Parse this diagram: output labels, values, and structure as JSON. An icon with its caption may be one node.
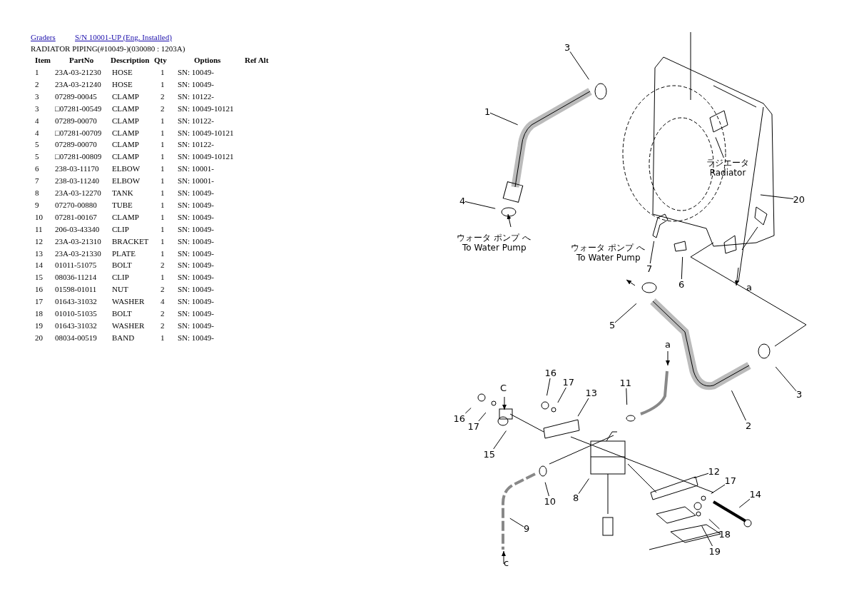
{
  "diagram": {
    "nodes": [
      {
        "text": [
          "3"
        ]
      },
      {
        "text": [
          "1"
        ]
      },
      {
        "text": [
          "ラジエータ",
          "Radiator"
        ]
      },
      {
        "text": [
          "20"
        ]
      },
      {
        "text": [
          "4"
        ]
      },
      {
        "text": [
          "7"
        ]
      },
      {
        "text": [
          "6"
        ]
      },
      {
        "text": [
          "5"
        ]
      },
      {
        "text": [
          "3"
        ]
      },
      {
        "text": [
          "2"
        ]
      },
      {
        "text": [
          "11"
        ]
      },
      {
        "text": [
          "16"
        ]
      },
      {
        "text": [
          "17"
        ]
      },
      {
        "text": [
          "13"
        ]
      },
      {
        "text": [
          "16"
        ]
      },
      {
        "text": [
          "17"
        ]
      },
      {
        "text": [
          "15"
        ]
      },
      {
        "text": [
          "12"
        ]
      },
      {
        "text": [
          "17"
        ]
      },
      {
        "text": [
          "14"
        ]
      },
      {
        "text": [
          "10"
        ]
      },
      {
        "text": [
          "8"
        ]
      },
      {
        "text": [
          "18"
        ]
      },
      {
        "text": [
          "9"
        ]
      },
      {
        "text": [
          "19"
        ]
      }
    ],
    "edges": [
      {
        "from": 0,
        "to": null,
        "arrow": "none"
      },
      {
        "from": 1,
        "to": null,
        "arrow": "none"
      },
      {
        "from": 2,
        "to": null,
        "arrow": "none"
      },
      {
        "from": 3,
        "to": null,
        "arrow": "none"
      },
      {
        "from": 4,
        "to": null,
        "arrow": "none"
      },
      {
        "from": 5,
        "to": null,
        "arrow": "none"
      },
      {
        "from": 6,
        "to": null,
        "arrow": "none"
      },
      {
        "from": 7,
        "to": null,
        "arrow": "none"
      },
      {
        "from": 8,
        "to": null,
        "arrow": "none"
      },
      {
        "from": 9,
        "to": null,
        "arrow": "none"
      },
      {
        "from": 10,
        "to": null,
        "arrow": "none"
      },
      {
        "from": 11,
        "to": null,
        "arrow": "none"
      },
      {
        "from": 12,
        "to": null,
        "arrow": "none"
      },
      {
        "from": 13,
        "to": null,
        "arrow": "none"
      },
      {
        "from": 14,
        "to": null,
        "arrow": "none"
      },
      {
        "from": 15,
        "to": null,
        "arrow": "none"
      },
      {
        "from": 16,
        "to": null,
        "arrow": "none"
      },
      {
        "from": 17,
        "to": null,
        "arrow": "none"
      },
      {
        "from": 18,
        "to": null,
        "arrow": "none"
      },
      {
        "from": 19,
        "to": null,
        "arrow": "none"
      },
      {
        "from": 20,
        "to": null,
        "arrow": "none"
      },
      {
        "from": 21,
        "to": null,
        "arrow": "none"
      },
      {
        "from": 22,
        "to": null,
        "arrow": "none"
      },
      {
        "from": 23,
        "to": null,
        "arrow": "none"
      },
      {
        "from": 24,
        "to": null,
        "arrow": "none"
      }
    ],
    "labels": [
      "Graders",
      "S/N 10001-UP (Eng. Installed)",
      "RADIATOR PIPING(#10049-)(030080 : 1203A)",
      "Item",
      "PartNo",
      "Description",
      "Qty",
      "Options",
      "Ref Alt",
      "1",
      "23A-03-21230",
      "HOSE",
      "1",
      "SN: 10049-",
      "2",
      "23A-03-21240",
      "HOSE",
      "1",
      "SN: 10049-",
      "3",
      "07289-00045",
      "CLAMP",
      "2",
      "SN: 10122-",
      "3",
      "□07281-00549",
      "CLAMP",
      "2",
      "SN: 10049-10121",
      "4",
      "07289-00070",
      "CLAMP",
      "1",
      "SN: 10122-",
      "4",
      "□07281-00709",
      "CLAMP",
      "1",
      "SN: 10049-10121",
      "5",
      "07289-00070",
      "CLAMP",
      "1",
      "SN: 10122-",
      "5",
      "□07281-00809",
      "CLAMP",
      "1",
      "SN: 10049-10121",
      "6",
      "238-03-11170",
      "ELBOW",
      "1",
      "SN: 10001-",
      "7",
      "238-03-11240",
      "ELBOW",
      "1",
      "SN: 10001-",
      "8",
      "23A-03-12270",
      "TANK",
      "1",
      "SN: 10049-",
      "9",
      "07270-00880",
      "TUBE",
      "1",
      "SN: 10049-",
      "10",
      "07281-00167",
      "CLAMP",
      "1",
      "SN: 10049-",
      "11",
      "206-03-43340",
      "CLIP",
      "1",
      "SN: 10049-",
      "12",
      "23A-03-21310",
      "BRACKET",
      "1",
      "SN: 10049-",
      "13",
      "23A-03-21330",
      "PLATE",
      "1",
      "SN: 10049-",
      "14",
      "01011-51075",
      "BOLT",
      "2",
      "SN: 10049-",
      "15",
      "08036-11214",
      "CLIP",
      "1",
      "SN: 10049-",
      "16",
      "01598-01011",
      "NUT",
      "2",
      "SN: 10049-",
      "17",
      "01643-31032",
      "WASHER",
      "4",
      "SN: 10049-",
      "18",
      "01010-51035",
      "BOLT",
      "2",
      "SN: 10049-",
      "19",
      "01643-31032",
      "WASHER",
      "2",
      "SN: 10049-",
      "20",
      "08034-00519",
      "BAND",
      "1",
      "SN: 10049-",
      "ウォータ ポンプ へ",
      "To Water Pump",
      "ウォータ ポンプ へ",
      "To Water Pump",
      "a",
      "a",
      "C",
      "c"
    ]
  }
}
